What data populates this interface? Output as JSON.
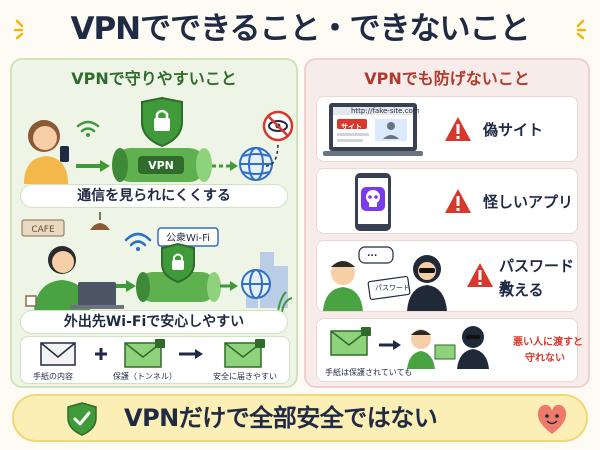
{
  "title": "VPNでできること・できないこと",
  "left": {
    "header": "VPNで守りやすいこと",
    "tunnel_label": "VPN",
    "caption1": "通信を見られにくくする",
    "cafe_sign": "CAFE",
    "wifi_badge": "公衆Wi-Fi",
    "caption2": "外出先Wi-Fiで安心しやすい",
    "flow": {
      "step1": "手紙の内容",
      "step2": "保護（トンネル）",
      "step3": "安全に届きやすい"
    }
  },
  "right": {
    "header": "VPNでも防げないこと",
    "url_text": "http://fake-site.com",
    "fake_badge": "サイト",
    "risks": [
      "偽サイト",
      "怪しいアプリ",
      "パスワードを教える"
    ],
    "risk3_line1": "パスワードを",
    "risk3_line2": "教える",
    "speech": "...",
    "note_text": "パスワード",
    "bottom_left": "手紙は保護されていても",
    "bottom_right_1": "悪い人に渡すと",
    "bottom_right_2": "守れない"
  },
  "banner": "VPNだけで全部安全ではない",
  "colors": {
    "green": "#3f9a3a",
    "red": "#d9372b",
    "navy": "#1f2a44",
    "yellow_bg": "#fcefb6"
  }
}
